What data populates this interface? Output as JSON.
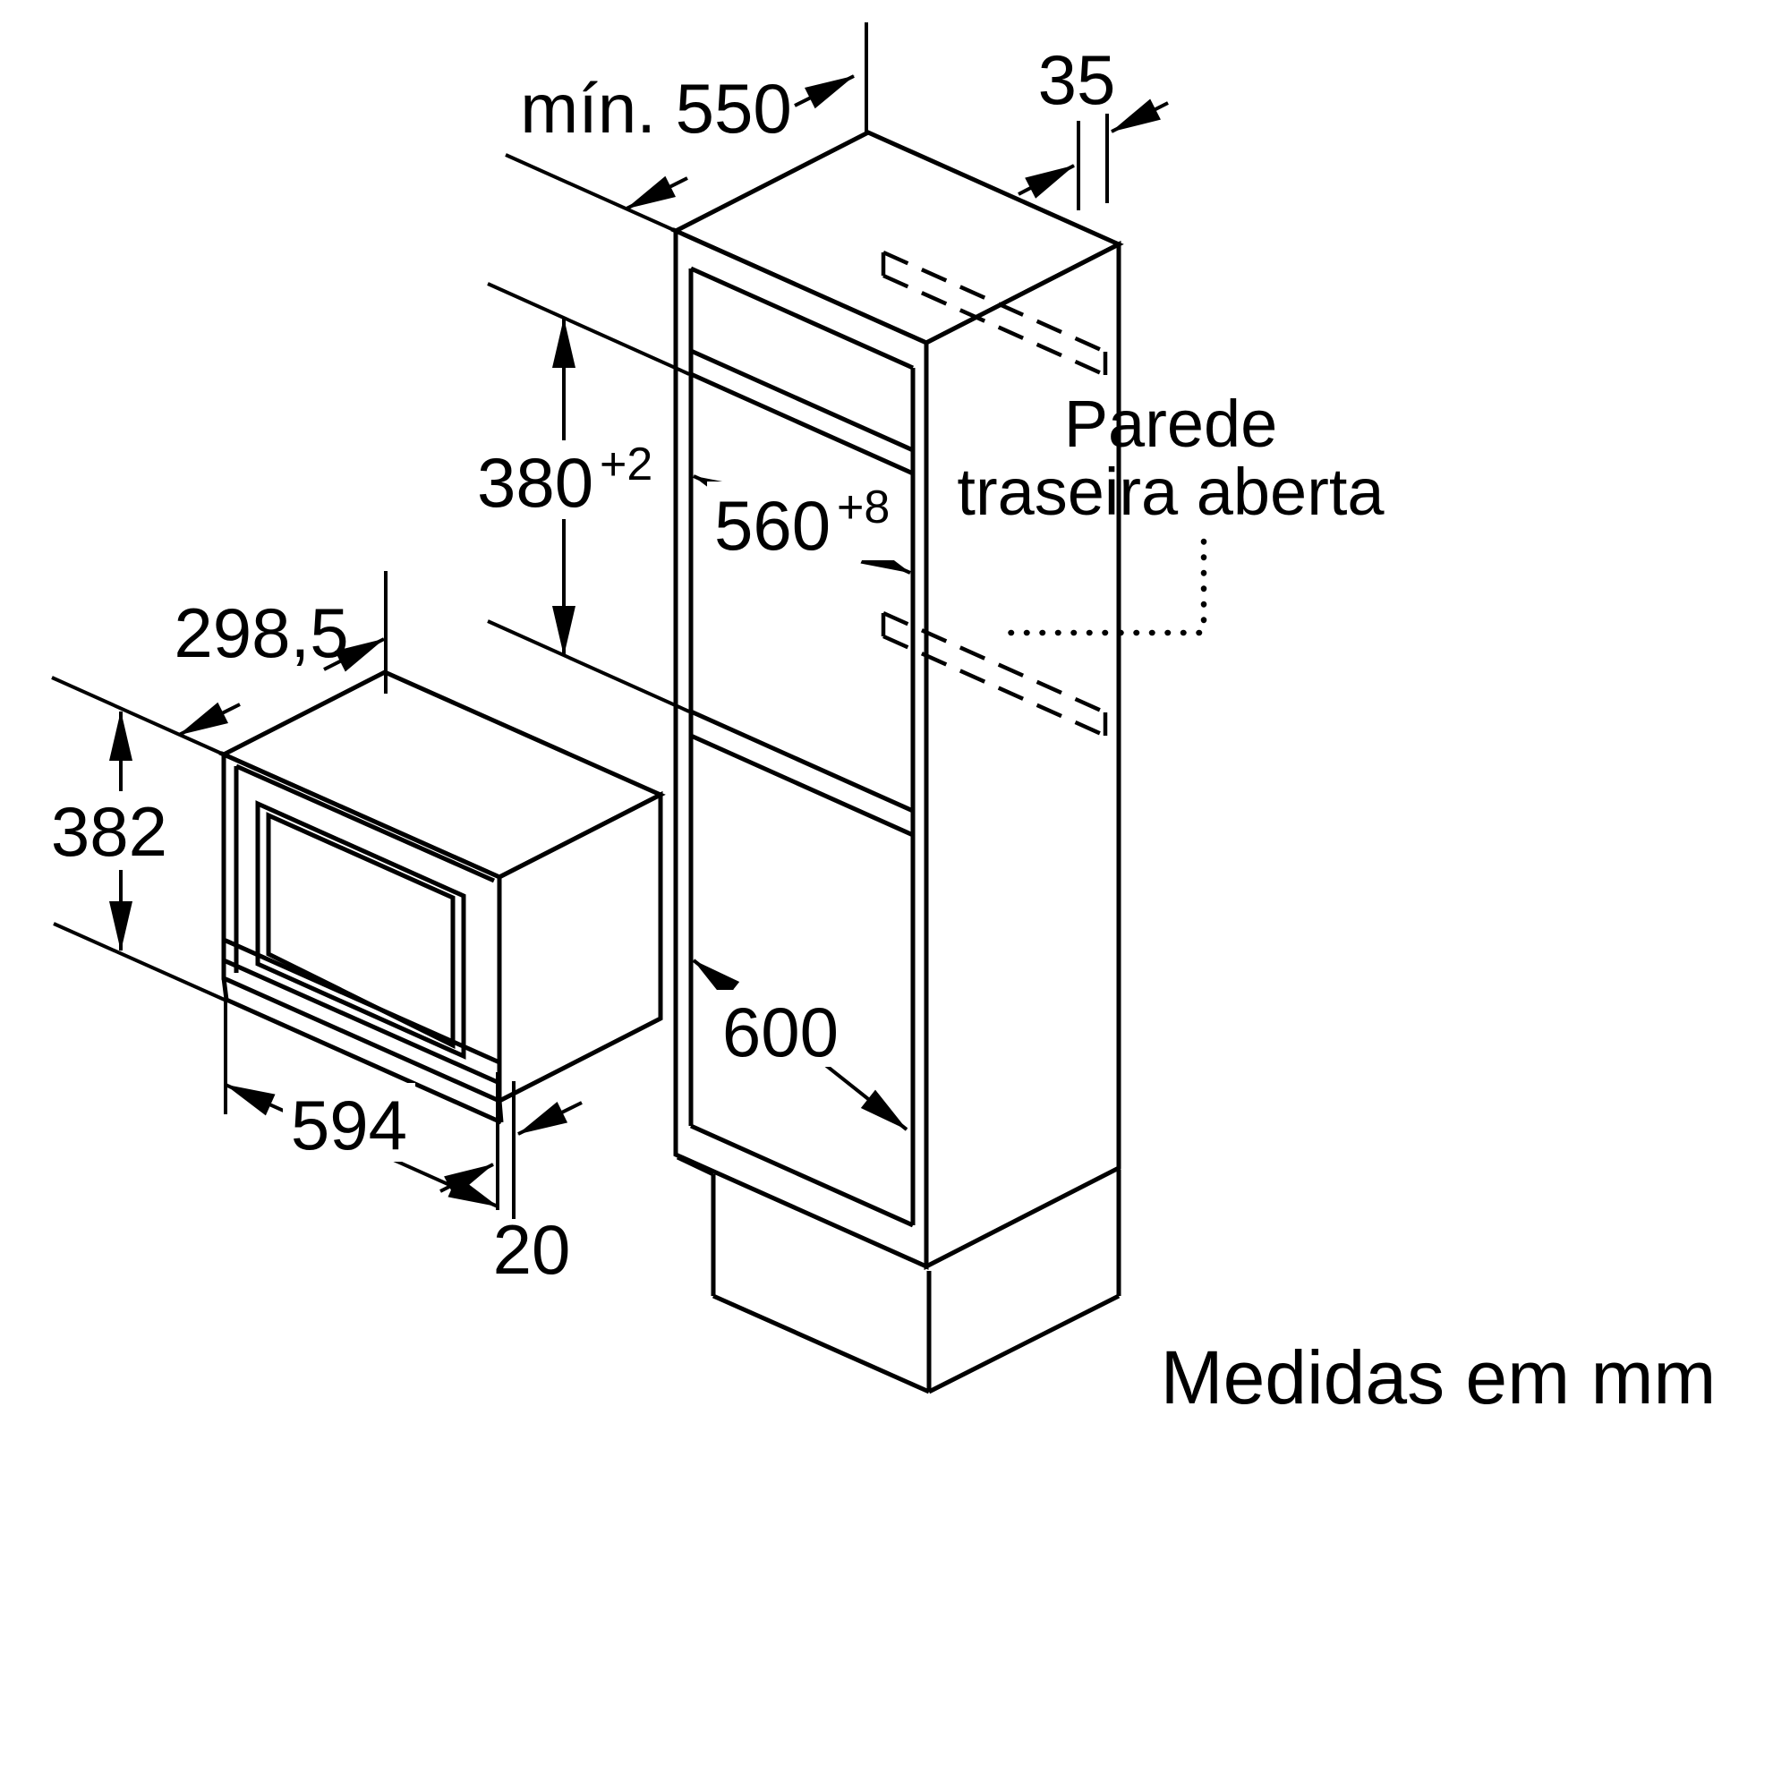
{
  "colors": {
    "line": "#000000",
    "background": "#ffffff"
  },
  "footer": {
    "units_note": "Medidas em mm"
  },
  "annotations": {
    "open_back_line1": "Parede",
    "open_back_line2": "traseira aberta"
  },
  "dimensions": {
    "cabinet_min_depth": "mín. 550",
    "top_panel_gap": "35",
    "niche_height_value": "380",
    "niche_height_tolerance": "+2",
    "niche_width_value": "560",
    "niche_width_tolerance": "+8",
    "lower_compartment": "600",
    "appliance_depth": "298,5",
    "appliance_height": "382",
    "appliance_width": "594",
    "frame_protrusion": "20"
  }
}
